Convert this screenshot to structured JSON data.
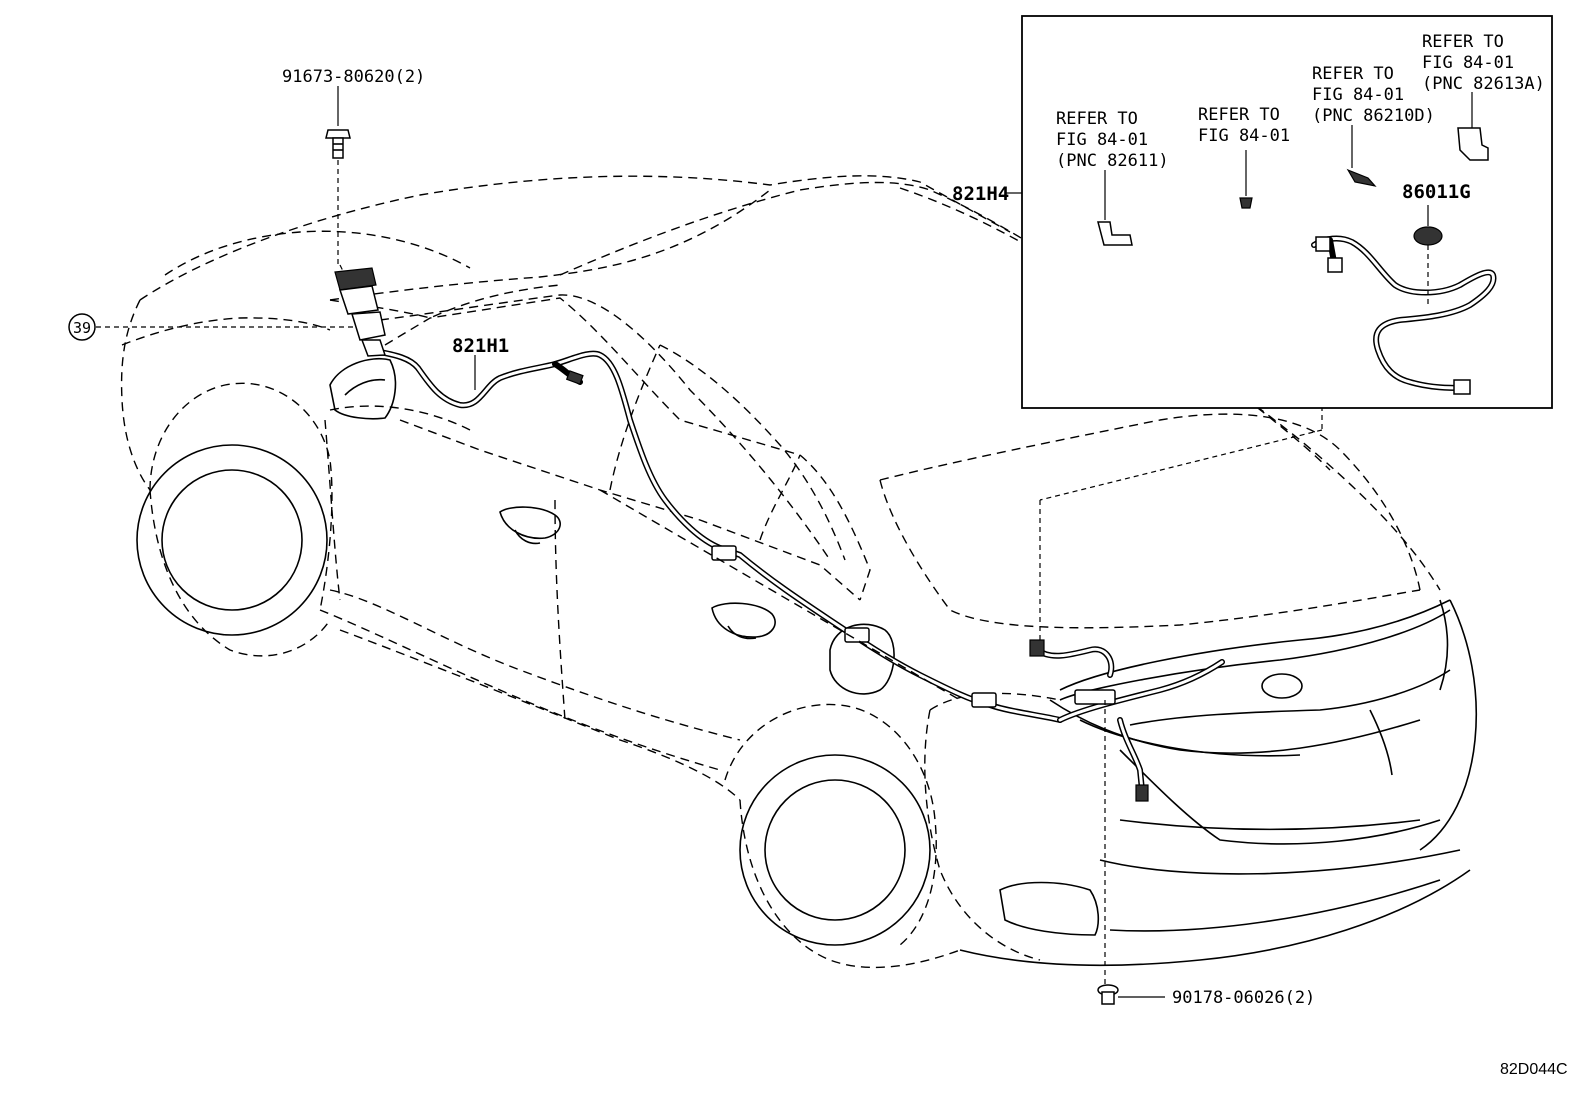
{
  "labels": {
    "bolt_top": "91673-80620(2)",
    "callout_39": "39",
    "harness_821H1": "821H1",
    "harness_821H4": "821H4",
    "part_86011G": "86011G",
    "clip_bottom": "90178-06026(2)",
    "diagram_code": "82D044C"
  },
  "inset_refs": [
    {
      "line1": "REFER TO",
      "line2": "FIG 84-01",
      "line3": "(PNC 82611)"
    },
    {
      "line1": "REFER TO",
      "line2": "FIG 84-01",
      "line3": ""
    },
    {
      "line1": "REFER TO",
      "line2": "FIG 84-01",
      "line3": "(PNC 86210D)"
    },
    {
      "line1": "REFER TO",
      "line2": "FIG 84-01",
      "line3": "(PNC 82613A)"
    }
  ]
}
